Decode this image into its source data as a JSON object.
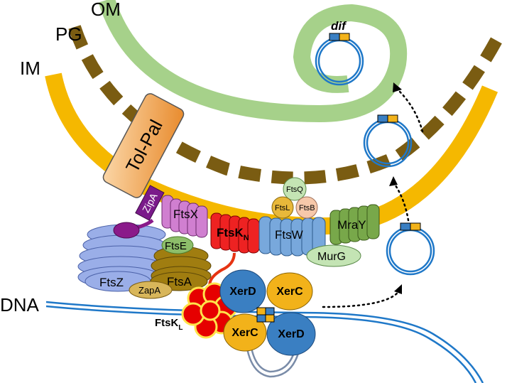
{
  "membranes": {
    "om": "OM",
    "pg": "PG",
    "im": "IM"
  },
  "proteins": {
    "tolpal": "Tol-Pal",
    "zipa": "ZipA",
    "ftsx": "FtsX",
    "ftse": "FtsE",
    "ftsz": "FtsZ",
    "ftsa": "FtsA",
    "zapa": "ZapA",
    "ftsk_n_main": "FtsK",
    "ftsk_n_sub": "N",
    "ftsk_l_main": "FtsK",
    "ftsk_l_sub": "L",
    "ftsq": "FtsQ",
    "ftsl": "FtsL",
    "ftsb": "FtsB",
    "ftsw": "FtsW",
    "mray": "MraY",
    "murg": "MurG",
    "xerd_top": "XerD",
    "xerc_top": "XerC",
    "xerc_bottom": "XerC",
    "xerd_bottom": "XerD"
  },
  "dna": {
    "label": "DNA",
    "dif": "dif"
  },
  "colors": {
    "outer_membrane": "#a6d18a",
    "peptidoglycan": "#7a5c12",
    "inner_membrane": "#f5b800",
    "dna": "#1f78c8",
    "ftsk": "#e60000",
    "xerd": "#3a7fc2",
    "xerc": "#f2b21a"
  }
}
